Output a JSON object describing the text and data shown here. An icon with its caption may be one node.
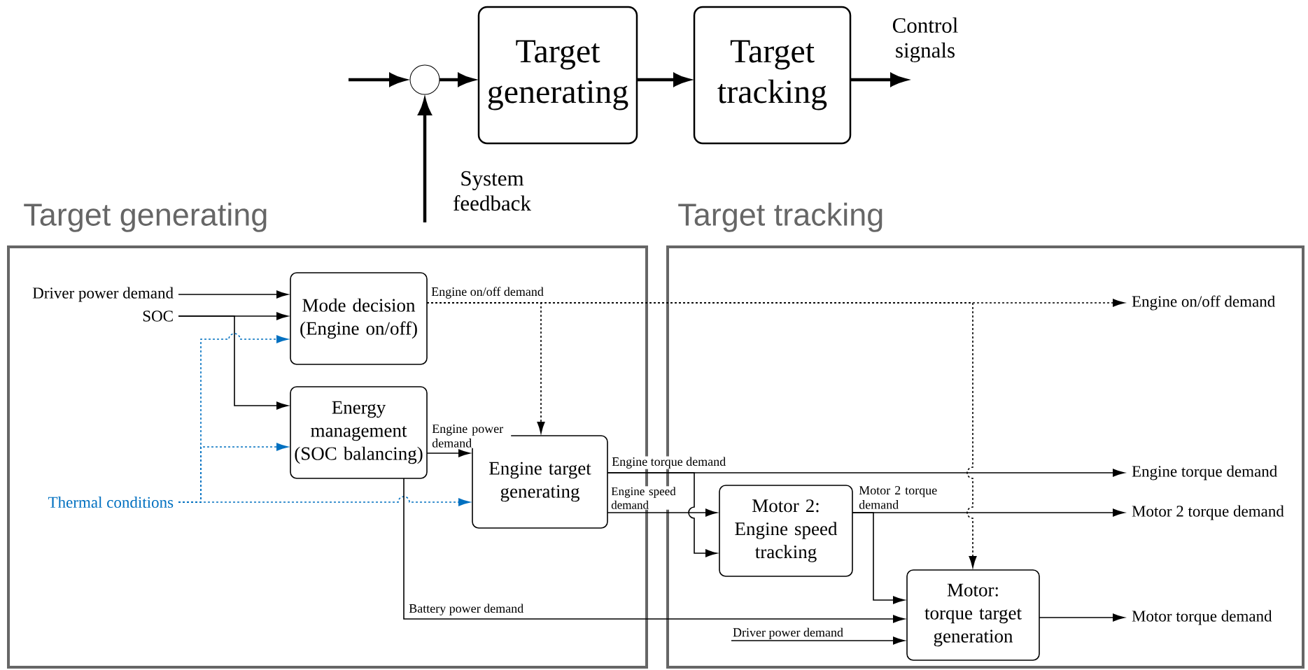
{
  "diagram": {
    "nodes": [
      {
        "text": [],
        "shape": "circle"
      },
      {
        "text": [
          "Target generating"
        ]
      },
      {
        "text": [
          "Target tracking"
        ]
      },
      {
        "text": [
          "Target generating"
        ]
      },
      {
        "text": [
          "Target tracking"
        ]
      },
      {
        "text": [
          "Driver power demand"
        ],
        "in": 3
      },
      {
        "text": [
          "SOC"
        ],
        "in": 3
      },
      {
        "text": [
          "Thermal conditions"
        ],
        "in": 3
      },
      {
        "text": [
          "Mode decision (Engine on/off)"
        ],
        "in": 3
      },
      {
        "text": [
          "Energy management (SOC balancing)"
        ],
        "in": 3
      },
      {
        "text": [
          "Engine target generating"
        ],
        "in": 3
      },
      {
        "text": [
          "Motor 2: Engine speed tracking"
        ],
        "in": 4
      },
      {
        "text": [
          "Driver power demand"
        ],
        "in": 4
      },
      {
        "text": [
          "Motor: torque target generation"
        ],
        "in": 4
      },
      {
        "text": [
          "Engine on/off demand"
        ],
        "in": 4
      },
      {
        "text": [
          "Engine torque demand"
        ],
        "in": 4
      },
      {
        "text": [
          "Motor 2 torque demand"
        ],
        "in": 4
      },
      {
        "text": [
          "Motor torque demand"
        ],
        "in": 4
      }
    ],
    "edges": [
      {
        "from": null,
        "to": 0,
        "arrow": "to",
        "style": "thick"
      },
      {
        "from": null,
        "to": 0,
        "arrow": "to",
        "style": "thick",
        "label": "System feedback"
      },
      {
        "from": 0,
        "to": 1,
        "arrow": "to",
        "style": "thick"
      },
      {
        "from": 1,
        "to": 2,
        "arrow": "to",
        "style": "thick"
      },
      {
        "from": 2,
        "to": null,
        "arrow": "to",
        "style": "thick",
        "label": "Control signals"
      },
      {
        "from": 5,
        "to": 8,
        "arrow": "to"
      },
      {
        "from": 6,
        "to": 8,
        "arrow": "to"
      },
      {
        "from": 6,
        "to": 9,
        "arrow": "to"
      },
      {
        "from": 7,
        "to": 8,
        "arrow": "to",
        "style": "dashed",
        "color": "#0070c0"
      },
      {
        "from": 7,
        "to": 9,
        "arrow": "to",
        "style": "dashed",
        "color": "#0070c0"
      },
      {
        "from": 7,
        "to": 10,
        "arrow": "to",
        "style": "dashed",
        "color": "#0070c0"
      },
      {
        "from": 8,
        "to": 14,
        "arrow": "to",
        "style": "dashed",
        "label": "Engine on/off demand"
      },
      {
        "from": 8,
        "to": 10,
        "arrow": "to",
        "style": "dashed"
      },
      {
        "from": 8,
        "to": 13,
        "arrow": "to",
        "style": "dashed"
      },
      {
        "from": 9,
        "to": 10,
        "arrow": "to",
        "label": "Engine power demand"
      },
      {
        "from": 9,
        "to": 13,
        "arrow": "to",
        "label": "Battery power demand"
      },
      {
        "from": 10,
        "to": 15,
        "arrow": "to",
        "label": "Engine torque demand"
      },
      {
        "from": 10,
        "to": 11,
        "arrow": "to"
      },
      {
        "from": 10,
        "to": 11,
        "arrow": "to",
        "label": "Engine speed demand"
      },
      {
        "from": 11,
        "to": 16,
        "arrow": "to",
        "label": "Motor 2 torque demand"
      },
      {
        "from": 11,
        "to": 13,
        "arrow": "to"
      },
      {
        "from": 12,
        "to": 13,
        "arrow": "to"
      },
      {
        "from": 13,
        "to": 17,
        "arrow": "to"
      }
    ]
  }
}
